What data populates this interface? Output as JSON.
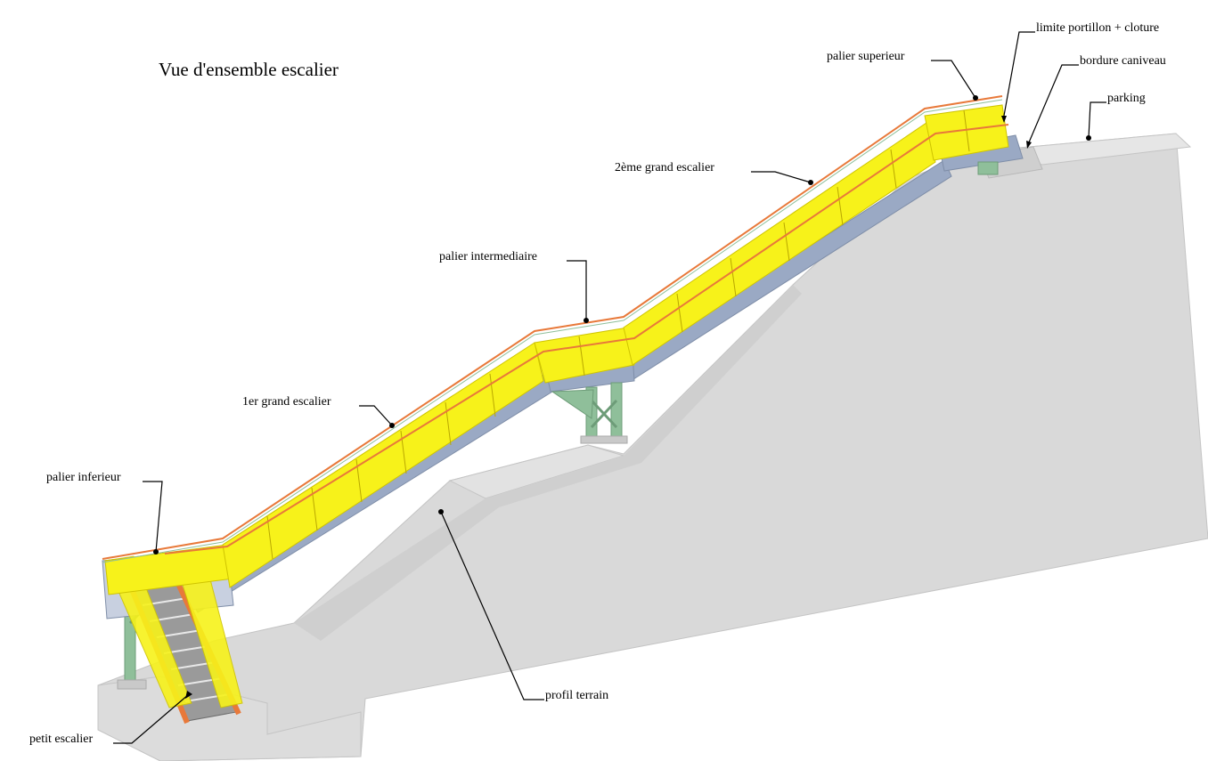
{
  "title": "Vue d'ensemble escalier",
  "labels": {
    "palier_superieur": "palier superieur",
    "limite_portillon": "limite portillon + cloture",
    "bordure_caniveau": "bordure caniveau",
    "parking": "parking",
    "deuxieme_grand_escalier": "2ème grand escalier",
    "palier_intermediaire": "palier intermediaire",
    "premier_grand_escalier": "1er grand escalier",
    "palier_inferieur": "palier inferieur",
    "profil_terrain": "profil terrain",
    "petit_escalier": "petit escalier"
  },
  "colors": {
    "terrain": "#d9d9d9",
    "terrain_edge": "#cfcfcf",
    "panel_yellow": "#f7f21a",
    "handrail_orange": "#e8793a",
    "structure_blue": "#9aa9c4",
    "post_green": "#8fbf9a",
    "grating_grey": "#9a9a9a"
  }
}
